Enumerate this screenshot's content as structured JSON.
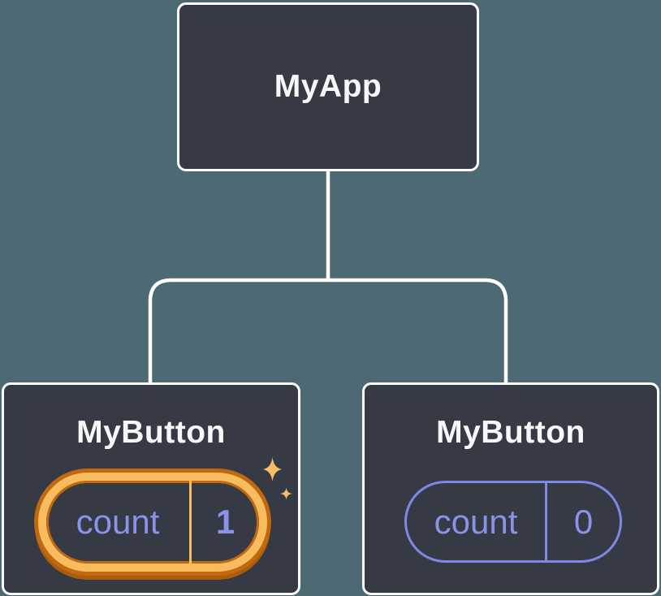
{
  "diagram": {
    "root": {
      "label": "MyApp"
    },
    "children": [
      {
        "label": "MyButton",
        "state": {
          "key": "count",
          "value": "1"
        },
        "highlighted": true
      },
      {
        "label": "MyButton",
        "state": {
          "key": "count",
          "value": "0"
        },
        "highlighted": false
      }
    ]
  },
  "colors": {
    "background": "#4c6974",
    "node-bg": "#353a45",
    "node-border": "#ffffff",
    "connector": "#ffffff",
    "title-text": "#f6f7f9",
    "state-purple": "#8a93e8",
    "pill-border-purple": "#7d88e2",
    "highlight-gold": "#f8bc5f",
    "highlight-orange": "#c0690f",
    "highlight-orange-deep": "#aa5c08",
    "sparkle-gold": "#f4bd66"
  }
}
